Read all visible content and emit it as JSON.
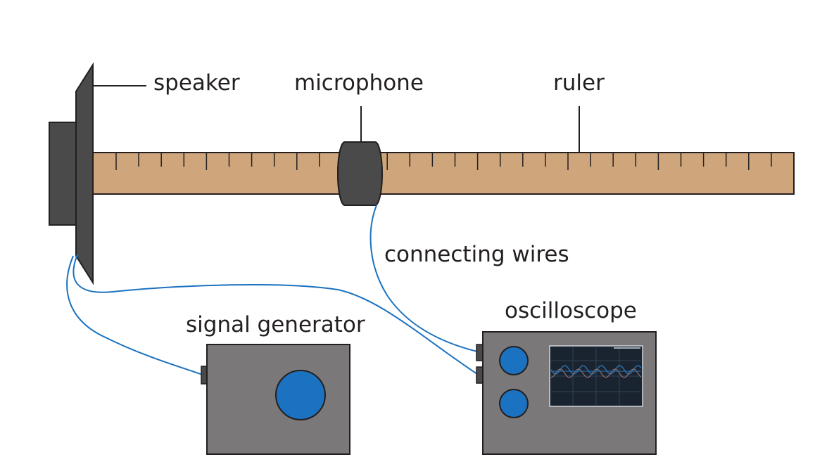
{
  "labels": {
    "speaker": "speaker",
    "microphone": "microphone",
    "ruler": "ruler",
    "connecting_wires": "connecting wires",
    "signal_generator": "signal generator",
    "oscilloscope": "oscilloscope"
  },
  "colors": {
    "ruler": "#cfa67c",
    "device_dark": "#4a4a4a",
    "device_box": "#7a7879",
    "knob": "#1b72c0",
    "wire": "#1b72c0",
    "screen": "#1a2430",
    "trace": "#2a6fb0"
  }
}
